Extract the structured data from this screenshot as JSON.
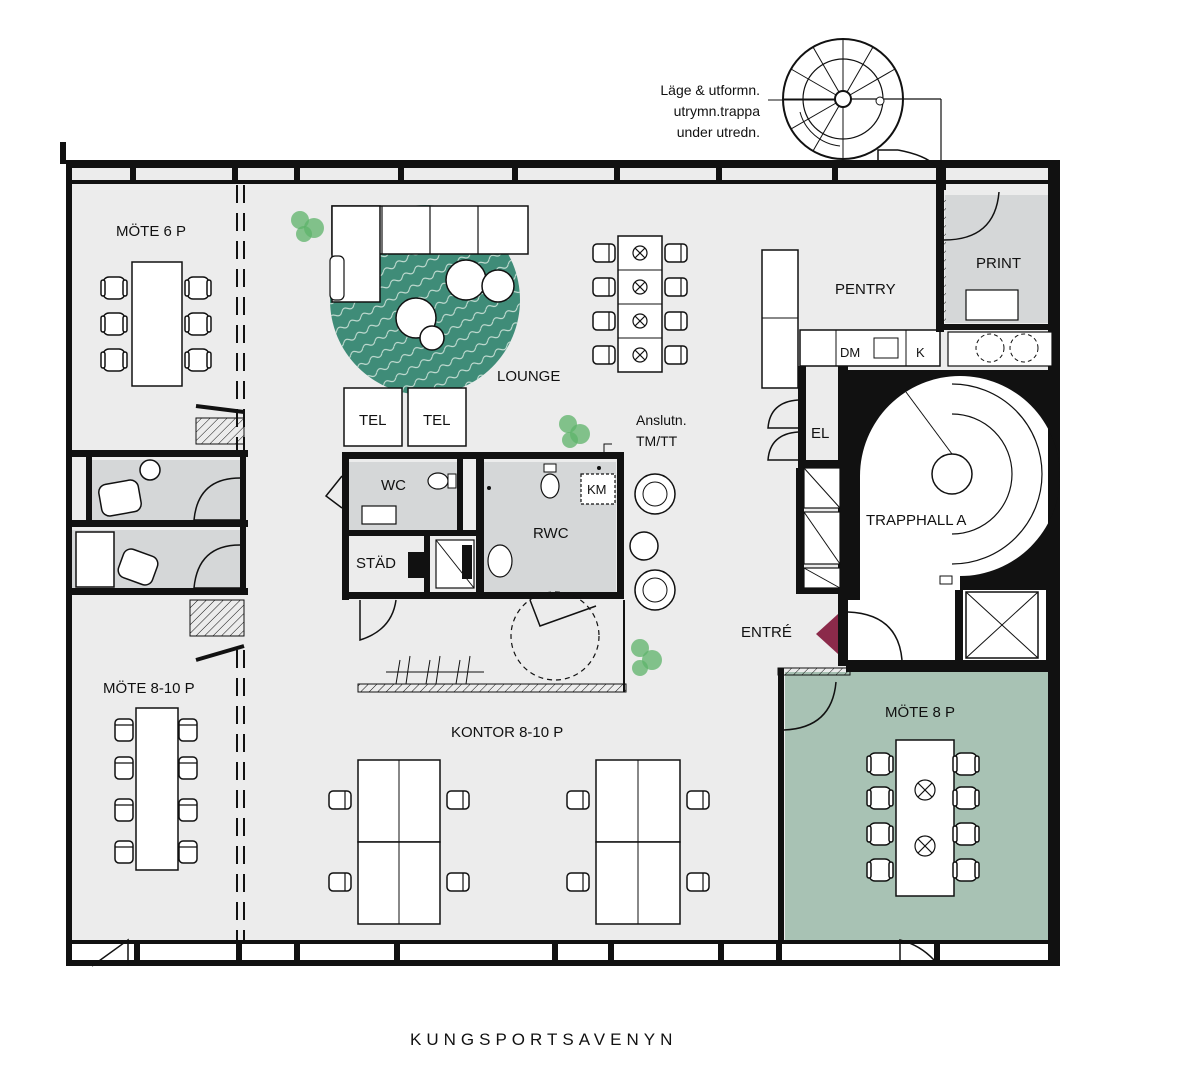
{
  "rooms": {
    "mote6": "MÖTE 6 P",
    "lounge": "LOUNGE",
    "pentry": "PENTRY",
    "print": "PRINT",
    "tel1": "TEL",
    "tel2": "TEL",
    "wc": "WC",
    "rwc": "RWC",
    "km": "KM",
    "stad": "STÄD",
    "el": "EL",
    "dm": "DM",
    "k": "K",
    "trapphall": "TRAPPHALL A",
    "entre": "ENTRÉ",
    "mote810": "MÖTE 8-10 P",
    "kontor": "KONTOR 8-10 P",
    "mote8": "MÖTE 8 P"
  },
  "notes": {
    "stair_note": [
      "Läge & utformn.",
      "utrymn.trappa",
      "under utredn."
    ],
    "connection_note": [
      "Anslutn.",
      "TM/TT"
    ]
  },
  "street": "KUNGSPORTSAVENYN",
  "colors": {
    "floor": "#ececec",
    "service": "#d5d7d8",
    "meeting_green": "#a8c2b4",
    "lounge_rug": "#3f8c78",
    "plant": "#5db36a",
    "entry_arrow": "#8b2a4a"
  }
}
